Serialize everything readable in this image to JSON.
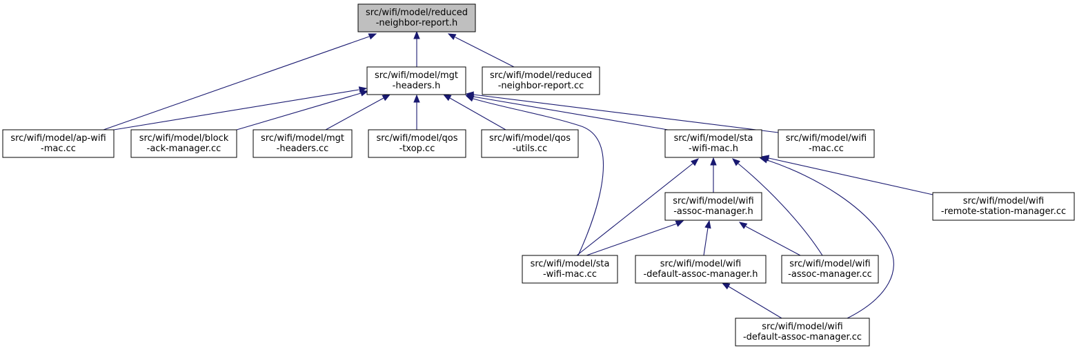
{
  "nodes": [
    {
      "id": "reduced_h",
      "lines": [
        "src/wifi/model/reduced",
        "-neighbor-report.h"
      ],
      "root": true
    },
    {
      "id": "mgt_h",
      "lines": [
        "src/wifi/model/mgt",
        "-headers.h"
      ]
    },
    {
      "id": "reduced_cc",
      "lines": [
        "src/wifi/model/reduced",
        "-neighbor-report.cc"
      ]
    },
    {
      "id": "apwifi_cc",
      "lines": [
        "src/wifi/model/ap-wifi",
        "-mac.cc"
      ]
    },
    {
      "id": "block_cc",
      "lines": [
        "src/wifi/model/block",
        "-ack-manager.cc"
      ]
    },
    {
      "id": "mgt_cc",
      "lines": [
        "src/wifi/model/mgt",
        "-headers.cc"
      ]
    },
    {
      "id": "qostxop_cc",
      "lines": [
        "src/wifi/model/qos",
        "-txop.cc"
      ]
    },
    {
      "id": "qosutils_cc",
      "lines": [
        "src/wifi/model/qos",
        "-utils.cc"
      ]
    },
    {
      "id": "sta_h",
      "lines": [
        "src/wifi/model/sta",
        "-wifi-mac.h"
      ]
    },
    {
      "id": "wifimac_cc",
      "lines": [
        "src/wifi/model/wifi",
        "-mac.cc"
      ]
    },
    {
      "id": "assoc_h",
      "lines": [
        "src/wifi/model/wifi",
        "-assoc-manager.h"
      ]
    },
    {
      "id": "remote_cc",
      "lines": [
        "src/wifi/model/wifi",
        "-remote-station-manager.cc"
      ]
    },
    {
      "id": "sta_cc",
      "lines": [
        "src/wifi/model/sta",
        "-wifi-mac.cc"
      ]
    },
    {
      "id": "defassoc_h",
      "lines": [
        "src/wifi/model/wifi",
        "-default-assoc-manager.h"
      ]
    },
    {
      "id": "assoc_cc",
      "lines": [
        "src/wifi/model/wifi",
        "-assoc-manager.cc"
      ]
    },
    {
      "id": "defassoc_cc",
      "lines": [
        "src/wifi/model/wifi",
        "-default-assoc-manager.cc"
      ]
    }
  ],
  "edges": [
    [
      "reduced_h",
      "mgt_h"
    ],
    [
      "reduced_h",
      "reduced_cc"
    ],
    [
      "reduced_h",
      "apwifi_cc"
    ],
    [
      "mgt_h",
      "apwifi_cc"
    ],
    [
      "mgt_h",
      "block_cc"
    ],
    [
      "mgt_h",
      "mgt_cc"
    ],
    [
      "mgt_h",
      "qostxop_cc"
    ],
    [
      "mgt_h",
      "qosutils_cc"
    ],
    [
      "mgt_h",
      "sta_cc"
    ],
    [
      "mgt_h",
      "sta_h"
    ],
    [
      "mgt_h",
      "wifimac_cc"
    ],
    [
      "sta_h",
      "assoc_h"
    ],
    [
      "sta_h",
      "sta_cc"
    ],
    [
      "sta_h",
      "assoc_cc"
    ],
    [
      "sta_h",
      "remote_cc"
    ],
    [
      "sta_h",
      "defassoc_cc"
    ],
    [
      "assoc_h",
      "sta_cc"
    ],
    [
      "assoc_h",
      "defassoc_h"
    ],
    [
      "assoc_h",
      "assoc_cc"
    ],
    [
      "defassoc_h",
      "defassoc_cc"
    ]
  ],
  "colors": {
    "edge": "#191970",
    "root_fill": "#bfbfbf",
    "node_fill": "#ffffff"
  }
}
